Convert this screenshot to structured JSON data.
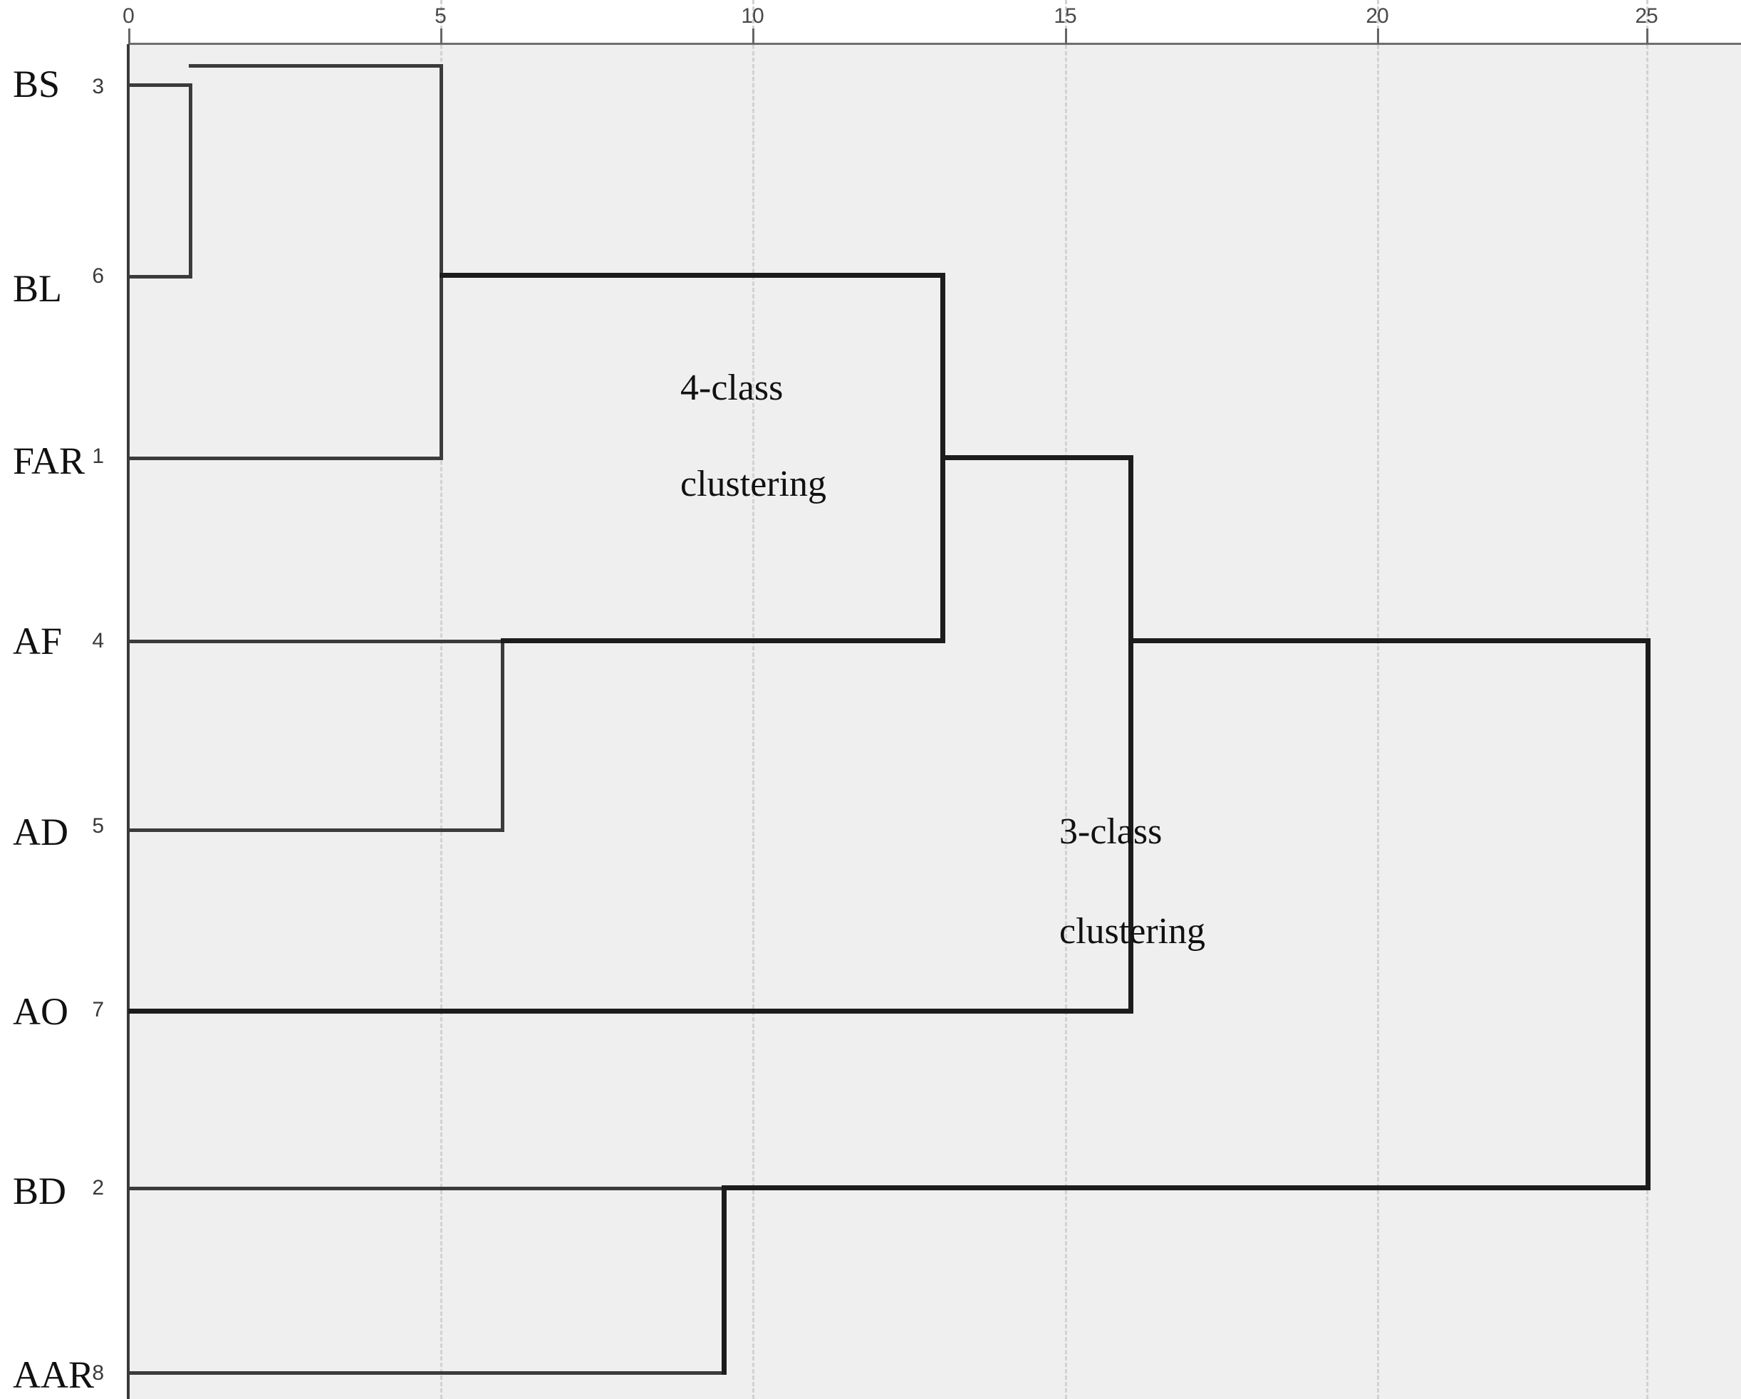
{
  "chart_data": {
    "type": "dendrogram",
    "title": "",
    "xlabel": "",
    "ylabel": "",
    "xlim": [
      0,
      26.5
    ],
    "grid": true,
    "grid_style": "dashed-vertical",
    "axis_position": "top",
    "x_ticks": [
      0,
      5,
      10,
      15,
      20,
      25
    ],
    "x_tick_labels": [
      "0",
      "5",
      "10",
      "15",
      "20",
      "25"
    ],
    "leaves": [
      {
        "label": "BS",
        "index": "3",
        "order": 0
      },
      {
        "label": "BL",
        "index": "6",
        "order": 1
      },
      {
        "label": "FAR",
        "index": "1",
        "order": 2
      },
      {
        "label": "AF",
        "index": "4",
        "order": 3
      },
      {
        "label": "AD",
        "index": "5",
        "order": 4
      },
      {
        "label": "AO",
        "index": "7",
        "order": 5
      },
      {
        "label": "BD",
        "index": "2",
        "order": 6
      },
      {
        "label": "AAR",
        "index": "8",
        "order": 7
      }
    ],
    "merges": [
      {
        "id": "m1",
        "members": [
          "BS",
          "BL"
        ],
        "distance": 1,
        "emphasis": "normal"
      },
      {
        "id": "m2",
        "members": [
          "BS",
          "BL",
          "FAR"
        ],
        "distance": 5,
        "emphasis": "normal"
      },
      {
        "id": "m3",
        "members": [
          "AF",
          "AD"
        ],
        "distance": 6,
        "emphasis": "normal"
      },
      {
        "id": "m4",
        "members": [
          "BD",
          "AAR"
        ],
        "distance": 9,
        "emphasis": "normal"
      },
      {
        "id": "m5",
        "members": [
          "BS",
          "BL",
          "FAR",
          "AF",
          "AD"
        ],
        "distance": 13,
        "emphasis": "bold"
      },
      {
        "id": "m6",
        "members": [
          "BS",
          "BL",
          "FAR",
          "AF",
          "AD",
          "AO"
        ],
        "distance": 16,
        "emphasis": "bold"
      },
      {
        "id": "m7",
        "members": [
          "BS",
          "BL",
          "FAR",
          "AF",
          "AD",
          "AO",
          "BD",
          "AAR"
        ],
        "distance": 25,
        "emphasis": "bold"
      }
    ],
    "annotations": [
      {
        "id": "a1",
        "line1": "4-class",
        "line2": "clustering",
        "at_distance": 13
      },
      {
        "id": "a2",
        "line1": "3-class",
        "line2": "clustering",
        "at_distance": 16
      }
    ],
    "colors": {
      "panel_background": "#efefef",
      "page_background": "#ffffff",
      "link_normal": "#3b3b3b",
      "link_bold": "#1c1c1c",
      "gridline": "#d2d2d2",
      "axis": "#6e6e6e",
      "text": "#111111"
    }
  },
  "axis": {
    "ticks": [
      {
        "value": "0"
      },
      {
        "value": "5"
      },
      {
        "value": "10"
      },
      {
        "value": "15"
      },
      {
        "value": "20"
      },
      {
        "value": "25"
      }
    ]
  },
  "leaves": [
    {
      "label": "BS",
      "index": "3"
    },
    {
      "label": "BL",
      "index": "6"
    },
    {
      "label": "FAR",
      "index": "1"
    },
    {
      "label": "AF",
      "index": "4"
    },
    {
      "label": "AD",
      "index": "5"
    },
    {
      "label": "AO",
      "index": "7"
    },
    {
      "label": "BD",
      "index": "2"
    },
    {
      "label": "AAR",
      "index": "8"
    }
  ],
  "annotations": {
    "four_class": {
      "line1": "4-class",
      "line2": "clustering"
    },
    "three_class": {
      "line1": "3-class",
      "line2": "clustering"
    }
  }
}
